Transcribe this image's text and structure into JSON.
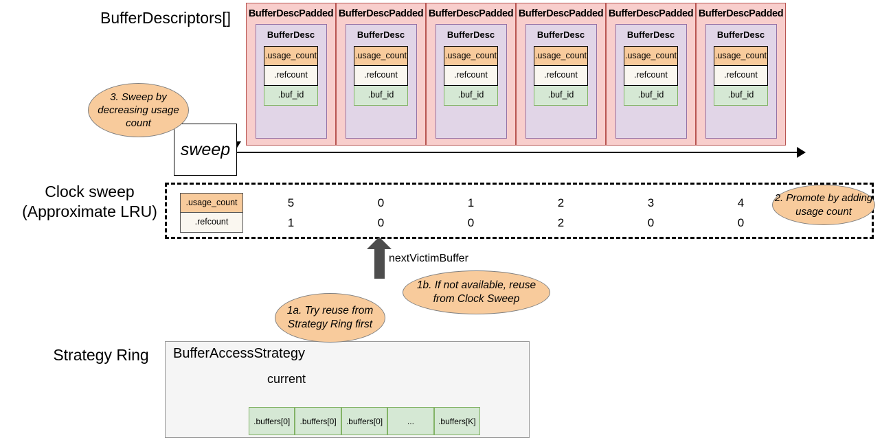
{
  "labels": {
    "buffer_descriptors": "BufferDescriptors[]",
    "clock_sweep": "Clock sweep\n(Approximate LRU)",
    "strategy_ring": "Strategy Ring"
  },
  "buffer_descriptors": {
    "cards": [
      {
        "padded_title": "BufferDescPadded",
        "desc_title": "BufferDesc",
        "fields": [
          "​.usage_count",
          ".refcount",
          ".buf_id"
        ]
      },
      {
        "padded_title": "BufferDescPadded",
        "desc_title": "BufferDesc",
        "fields": [
          ".usage_count",
          ".refcount",
          ".buf_id"
        ]
      },
      {
        "padded_title": "BufferDescPadded",
        "desc_title": "BufferDesc",
        "fields": [
          ".usage_count",
          ".refcount",
          ".buf_id"
        ]
      },
      {
        "padded_title": "BufferDescPadded",
        "desc_title": "BufferDesc",
        "fields": [
          ".usage_count",
          ".refcount",
          ".buf_id"
        ]
      },
      {
        "padded_title": "BufferDescPadded",
        "desc_title": "BufferDesc",
        "fields": [
          ".usage_count",
          ".refcount",
          ".buf_id"
        ]
      },
      {
        "padded_title": "BufferDescPadded",
        "desc_title": "BufferDesc",
        "fields": [
          ".usage_count",
          ".refcount",
          ".buf_id"
        ]
      }
    ],
    "field_names": {
      "usage_count": ".usage_count",
      "refcount": ".refcount",
      "buf_id": ".buf_id"
    }
  },
  "sweep": {
    "box_label": "sweep"
  },
  "clock_sweep_table": {
    "legend": [
      ".usage_count",
      ".refcount"
    ],
    "usage_count_values": [
      "5",
      "0",
      "1",
      "2",
      "3",
      "4"
    ],
    "refcount_values": [
      "1",
      "0",
      "0",
      "2",
      "0",
      "0"
    ]
  },
  "next_victim": {
    "label": "nextVictimBuffer"
  },
  "callouts": {
    "step3": "3. Sweep by decreasing usage count",
    "step2": "2. Promote by adding usage count",
    "step1b": "1b. If not available, reuse from Clock Sweep",
    "step1a": "1a. Try reuse from Strategy Ring first"
  },
  "strategy_ring": {
    "title": "BufferAccessStrategy",
    "current": "current",
    "buffers": [
      ".buffers[0]",
      ".buffers[0]",
      ".buffers[0]",
      "...",
      ".buffers[K]"
    ]
  },
  "colors": {
    "padded_fill": "#f8cecc",
    "padded_stroke": "#b85450",
    "desc_fill": "#e1d5e7",
    "desc_stroke": "#9673a6",
    "usage_fill": "#f8cb9c",
    "refcount_fill": "#faf7f0",
    "buf_id_fill": "#d5e8d4",
    "buf_id_stroke": "#82b366",
    "callout_fill": "#f8cb9c",
    "arrow_gray": "#4d4d4d",
    "strategy_fill": "#f5f5f5"
  }
}
